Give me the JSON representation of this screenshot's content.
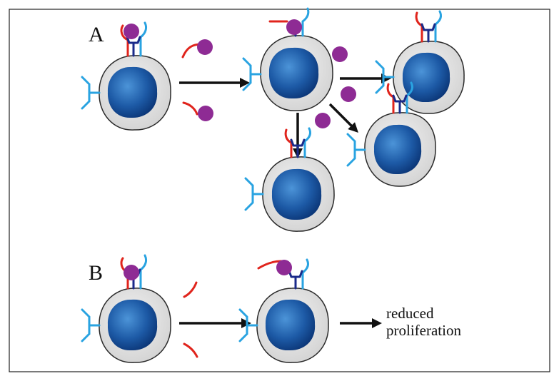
{
  "panels": {
    "a": {
      "label": "A"
    },
    "b": {
      "label": "B"
    }
  },
  "outcome_lines": [
    "reduced",
    "proliferation"
  ],
  "colors": {
    "frame": "#222222",
    "membrane": "#d9d9d9",
    "membrane_edge": "#2a2a2a",
    "nucleus_light": "#3f86cf",
    "nucleus_dark": "#082f6e",
    "receptor_red": "#e0241c",
    "receptor_light_blue": "#29a3e1",
    "receptor_dark_blue": "#1a2a8a",
    "ligand": "#8e2b94",
    "arrow": "#111111"
  },
  "icons": {
    "cell": "cell-icon",
    "ligand": "ligand-particle-icon",
    "arrow": "arrow-icon"
  }
}
